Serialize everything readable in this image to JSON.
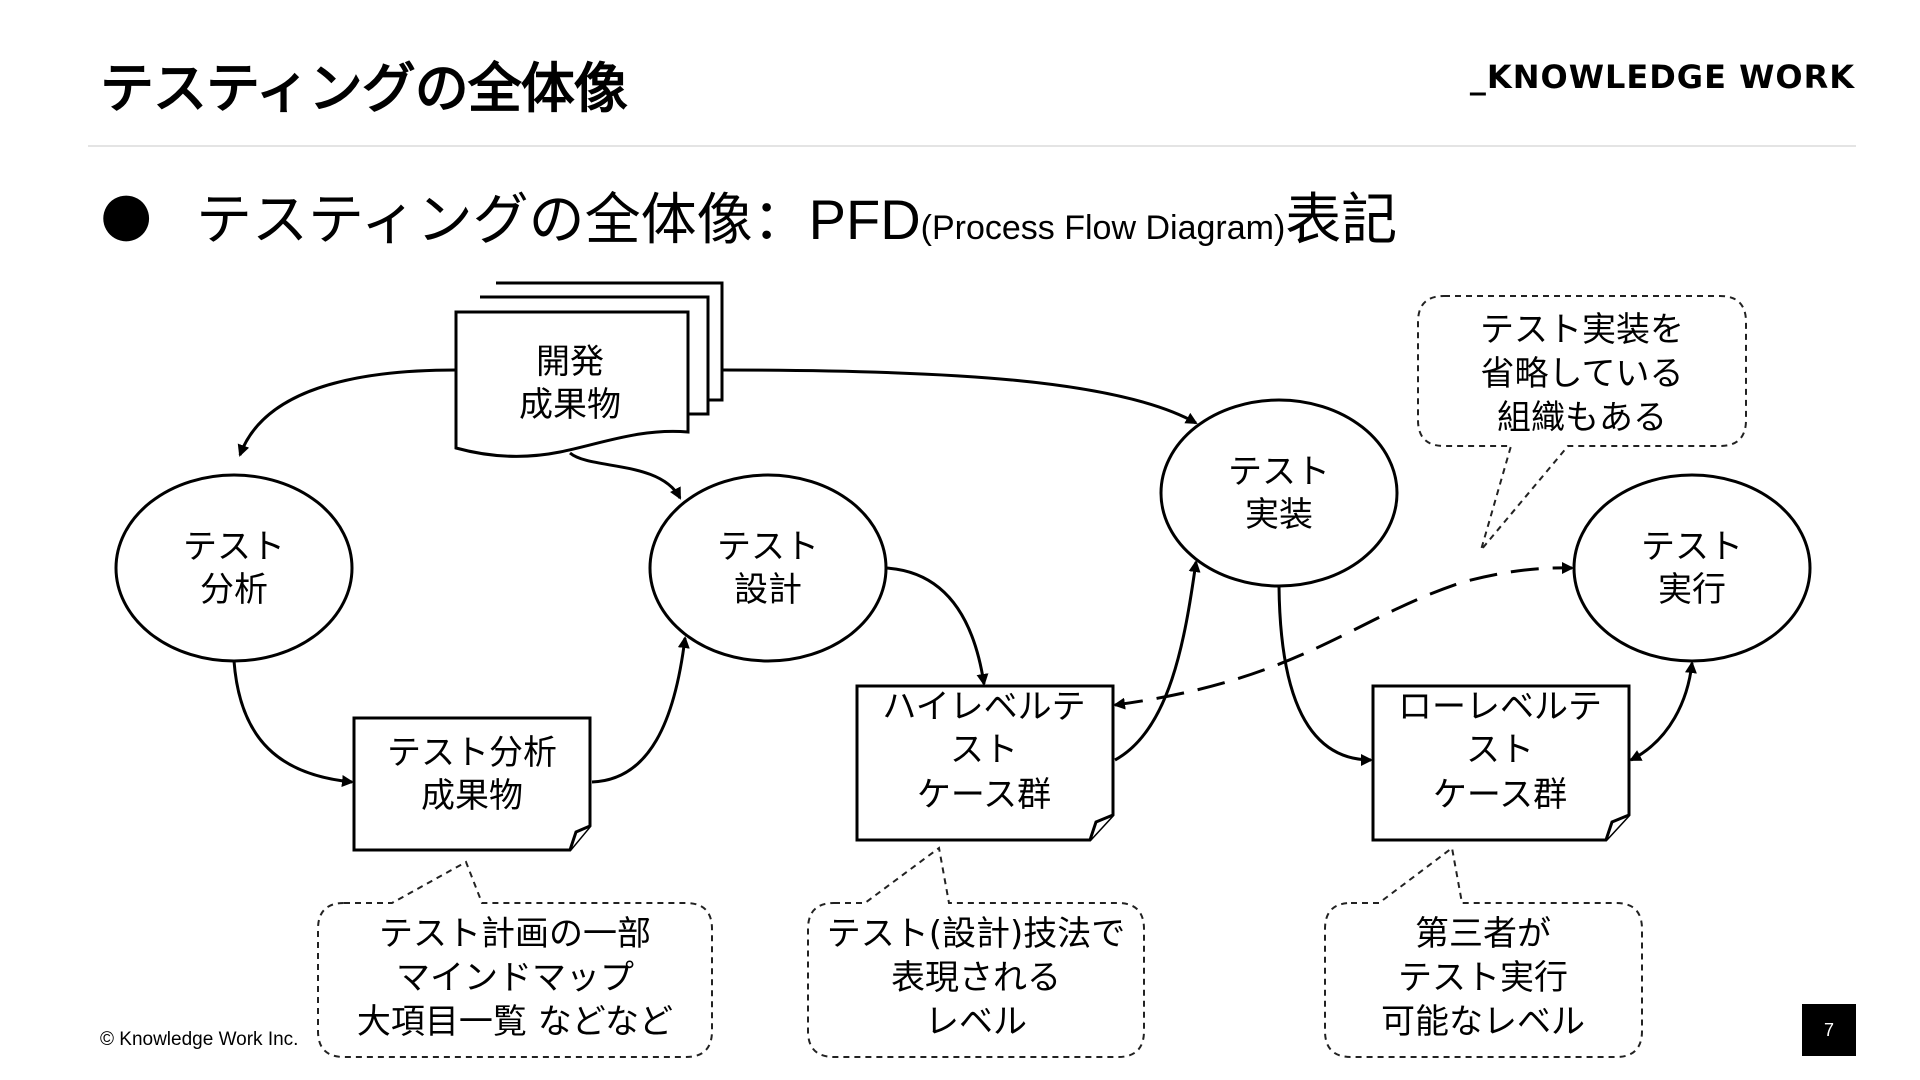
{
  "header": {
    "title": "テスティングの全体像",
    "logo": "_KNOWLEDGE WORK"
  },
  "subtitle": {
    "bullet": "●",
    "main": "テスティングの全体像：",
    "pfd": "PFD",
    "expansion": "(Process Flow Diagram)",
    "suffix": "表記"
  },
  "diagram": {
    "dev_artifacts": [
      "開発",
      "成果物"
    ],
    "processes": {
      "analysis": [
        "テスト",
        "分析"
      ],
      "design": [
        "テスト",
        "設計"
      ],
      "implementation": [
        "テスト",
        "実装"
      ],
      "execution": [
        "テスト",
        "実行"
      ]
    },
    "artifacts": {
      "analysis_output": [
        "テスト分析",
        "成果物"
      ],
      "high_level_cases": [
        "ハイレベルテ",
        "スト",
        "ケース群"
      ],
      "low_level_cases": [
        "ローレベルテ",
        "スト",
        "ケース群"
      ]
    },
    "callouts": {
      "skip_implementation": [
        "テスト実装を",
        "省略している",
        "組織もある"
      ],
      "test_plan": [
        "テスト計画の一部",
        "マインドマップ",
        "大項目一覧 などなど"
      ],
      "design_technique": [
        "テスト(設計)技法で",
        "表現される",
        "レベル"
      ],
      "third_party": [
        "第三者が",
        "テスト実行",
        "可能なレベル"
      ]
    }
  },
  "footer": {
    "copyright": "© Knowledge Work Inc.",
    "page_number": "7"
  }
}
